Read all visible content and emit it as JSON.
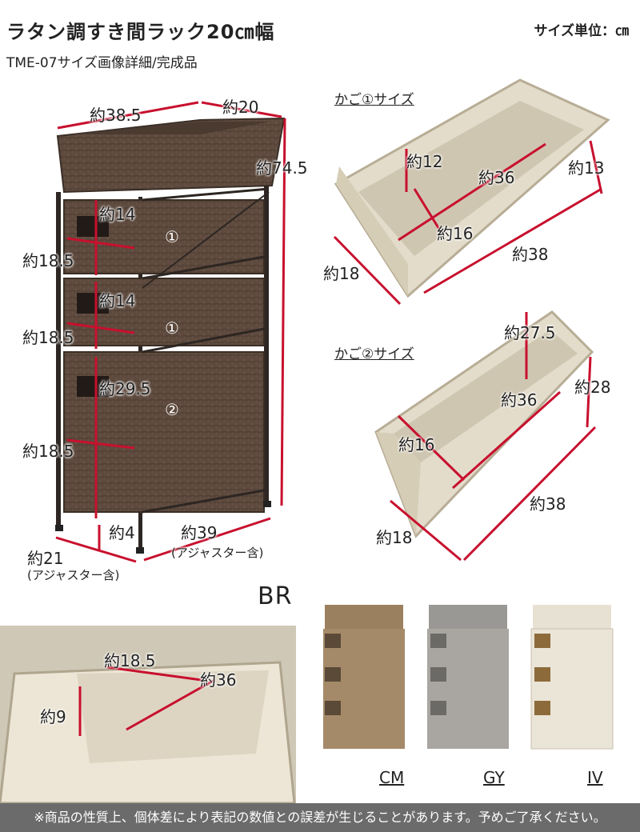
{
  "header": {
    "title": "ラタン調すき間ラック20㎝幅",
    "unit": "サイズ単位：㎝",
    "subtitle": "TME-07サイズ画像詳細/完成品"
  },
  "rack": {
    "width": "約38.5",
    "depth": "約20",
    "height": "約74.5",
    "drawer1_h": "約14",
    "drawer1_d": "約18.5",
    "drawer2_h": "約14",
    "drawer2_d": "約18.5",
    "drawer3_h": "約29.5",
    "drawer3_d": "約18.5",
    "leg": "約4",
    "bottom_w": "約39",
    "bottom_w_note": "(アジャスター含)",
    "bottom_d": "約21",
    "bottom_d_note": "(アジャスター含)",
    "marker_small": "①",
    "marker_small2": "①",
    "marker_large": "②"
  },
  "basket1": {
    "caption": "かご①サイズ",
    "inner_h": "約12",
    "inner_w": "約36",
    "outer_h": "約13",
    "inner_d": "約16",
    "outer_w": "約38",
    "outer_d": "約18"
  },
  "basket2": {
    "caption": "かご②サイズ",
    "inner_h": "約27.5",
    "outer_h": "約28",
    "inner_w": "約36",
    "inner_d": "約16",
    "outer_w": "約38",
    "outer_d": "約18"
  },
  "top_tray": {
    "depth": "約18.5",
    "width": "約36",
    "height": "約9"
  },
  "colors": {
    "selected": "BR",
    "variants": [
      "CM",
      "GY",
      "IV"
    ],
    "rattan_brown": "#5e4a3e",
    "rattan_cream": "#e3dccb",
    "accent": "#c8102e"
  },
  "footer": {
    "text": "※商品の性質上、個体差により表記の数値との誤差が生じることがあります。予めご了承ください。"
  }
}
